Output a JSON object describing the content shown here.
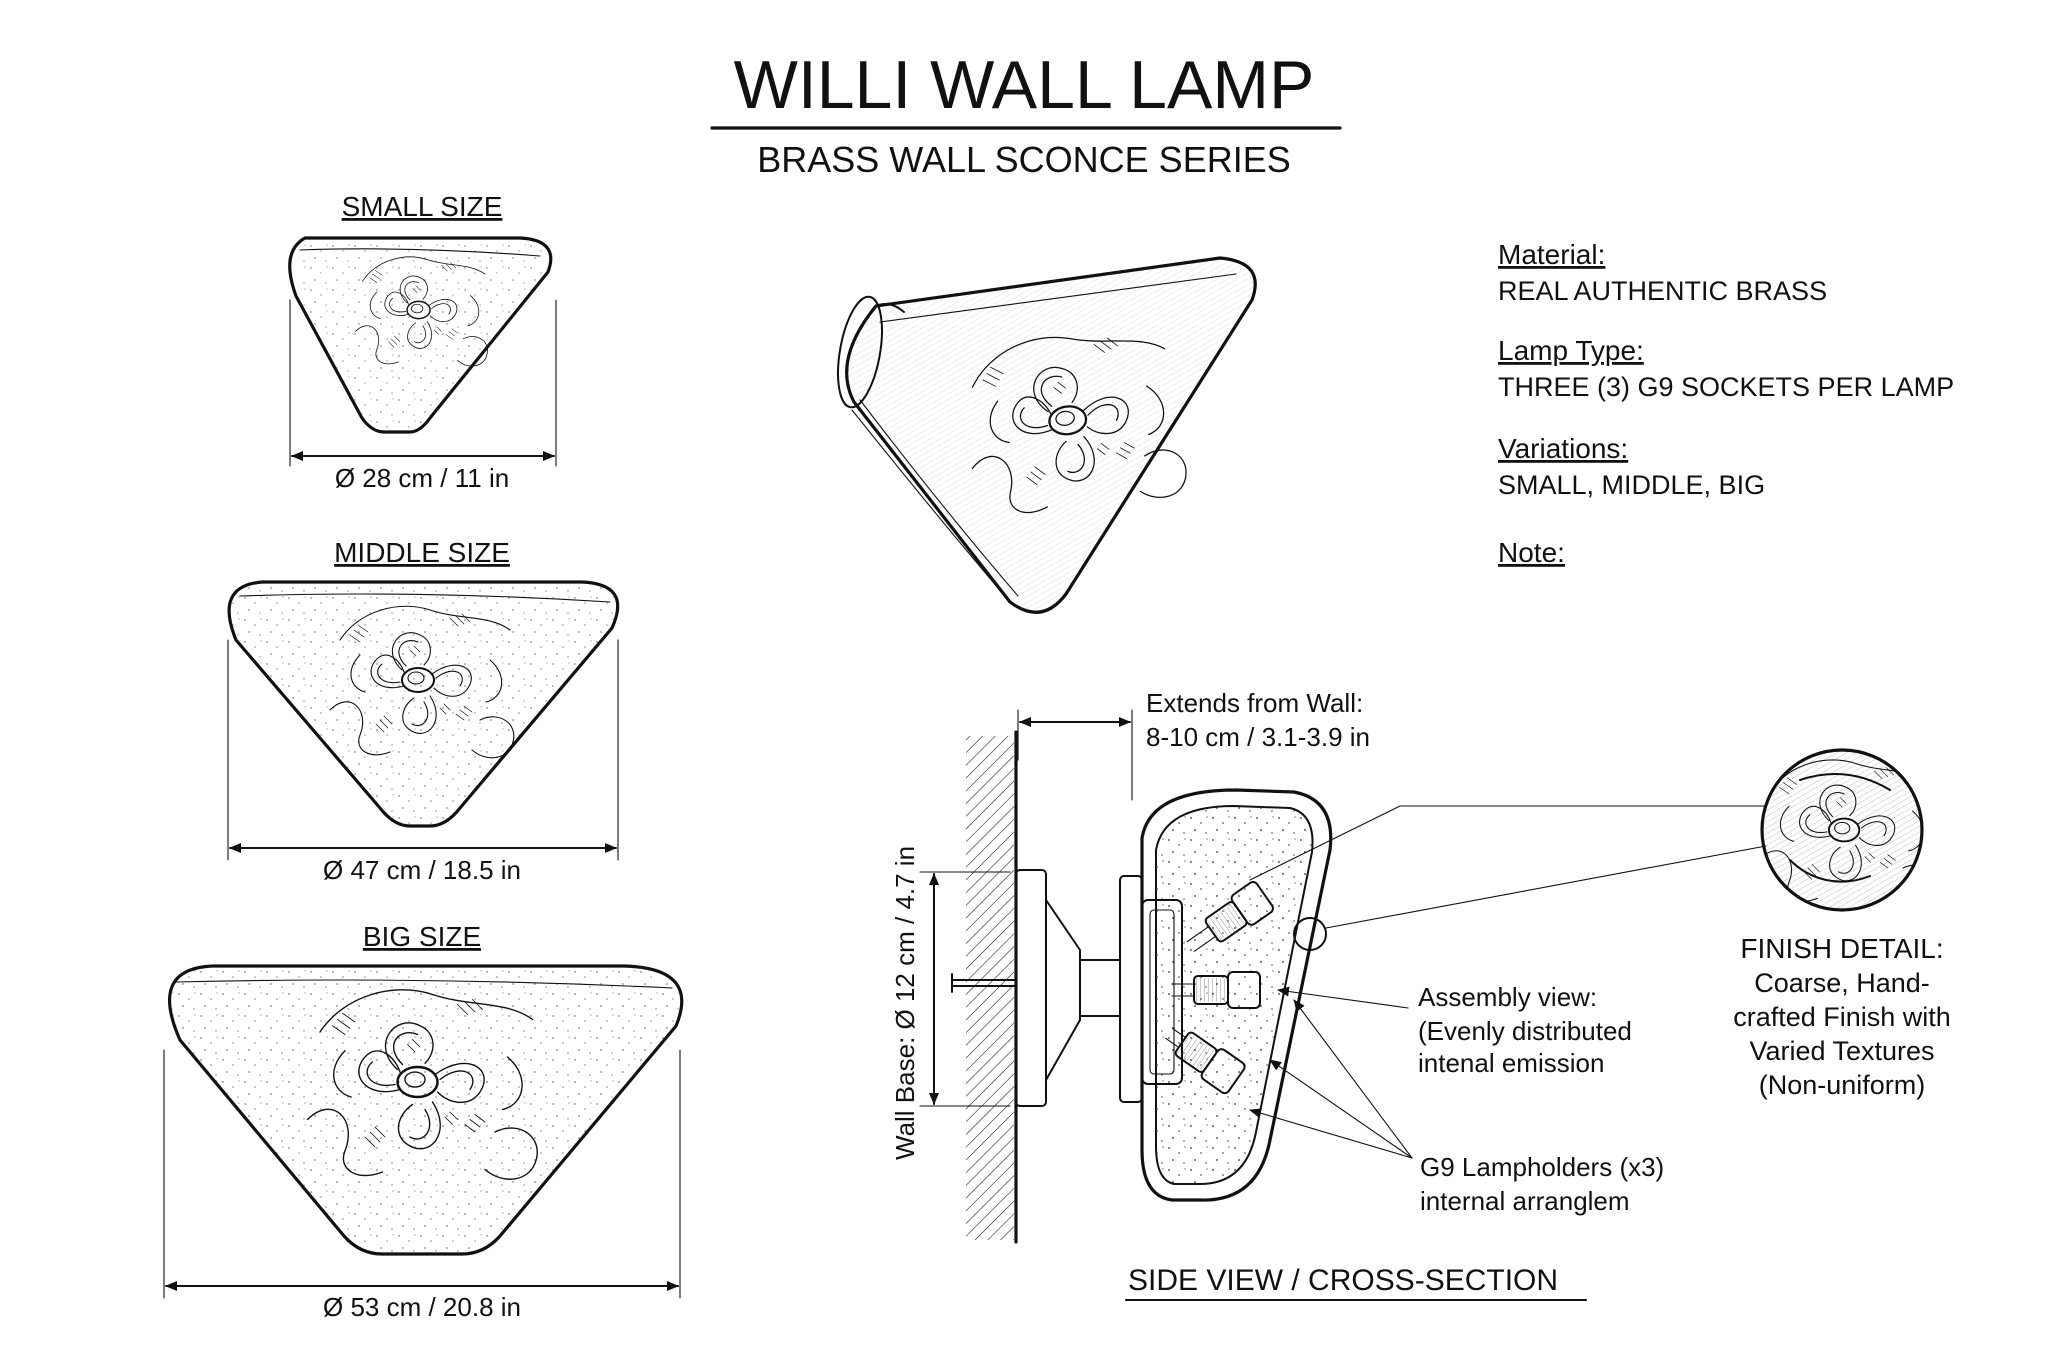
{
  "title": "WILLI WALL LAMP",
  "subtitle": "BRASS WALL SCONCE SERIES",
  "sizes": [
    {
      "label": "SMALL SIZE",
      "dimension": "Ø 28 cm / 11 in"
    },
    {
      "label": "MIDDLE SIZE",
      "dimension": "Ø 47 cm / 18.5 in"
    },
    {
      "label": "BIG SIZE",
      "dimension": "Ø 53 cm / 20.8 in"
    }
  ],
  "specs": {
    "material_heading": "Material:",
    "material_value": "REAL AUTHENTIC BRASS",
    "lamp_type_heading": "Lamp Type:",
    "lamp_type_value": "THREE (3) G9 SOCKETS PER LAMP",
    "variations_heading": "Variations:",
    "variations_value": "SMALL, MIDDLE, BIG",
    "note_heading": "Note:"
  },
  "side_view": {
    "extends_line1": "Extends from Wall:",
    "extends_line2": "8-10 cm / 3.1-3.9 in",
    "wall_base": "Wall Base: Ø 12 cm / 4.7 in",
    "assembly_line1": "Assembly view:",
    "assembly_line2": "(Evenly distributed",
    "assembly_line3": "intenal emission",
    "lampholders_line1": "G9 Lampholders (x3)",
    "lampholders_line2": "internal arranglem",
    "caption": "SIDE VIEW / CROSS-SECTION"
  },
  "finish": {
    "line1": "FINISH DETAIL:",
    "line2": "Coarse, Hand-",
    "line3": "crafted Finish with",
    "line4": "Varied Textures",
    "line5": "(Non-uniform)"
  }
}
